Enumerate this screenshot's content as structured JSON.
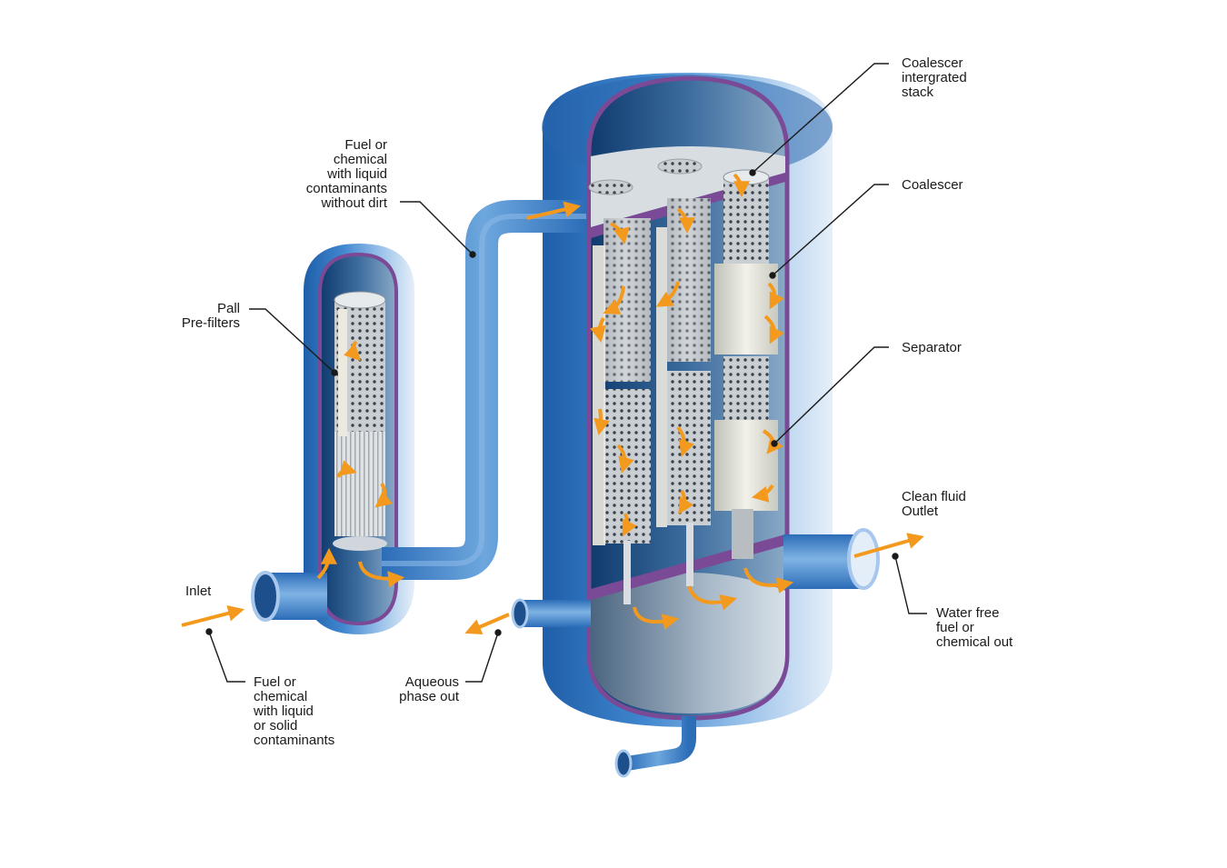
{
  "labels": {
    "fuel_with_contaminants_no_dirt": "Fuel or\nchemical\nwith liquid\ncontaminants\nwithout dirt",
    "coalescer_integrated_stack": "Coalescer\nintergrated\nstack",
    "coalescer": "Coalescer",
    "separator": "Separator",
    "pall_prefilters": "Pall\nPre-filters",
    "inlet": "Inlet",
    "clean_fluid_outlet": "Clean fluid\nOutlet",
    "water_free_out": "Water free\nfuel or\nchemical out",
    "aqueous_phase_out": "Aqueous\nphase out",
    "fuel_with_liquid_or_solid": "Fuel or\nchemical\nwith liquid\nor solid\ncontaminants"
  },
  "colors": {
    "vessel_blue": "#2f6fb5",
    "vessel_light": "#cfe0f2",
    "cut_edge": "#7b4a96",
    "flow_arrow": "#f39a1e",
    "element_gray": "#b9bec4",
    "leader_line": "#1a1a1a"
  }
}
